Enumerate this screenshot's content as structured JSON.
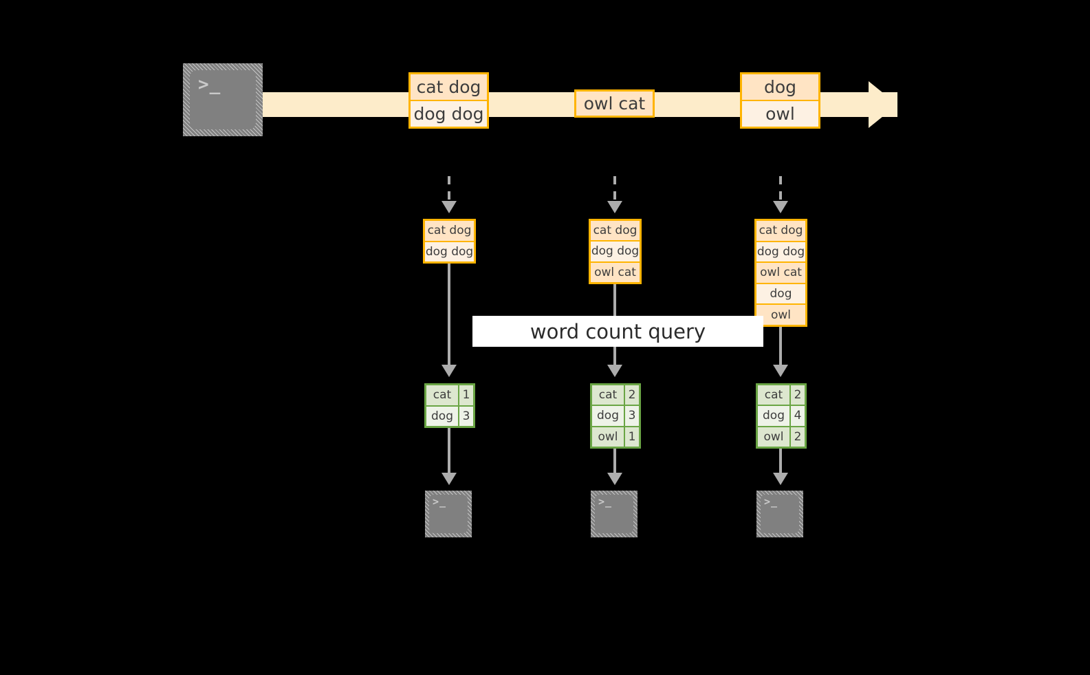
{
  "diagram": {
    "title": "word count query",
    "colors": {
      "background": "#000000",
      "stream_border": "#ffb400",
      "stream_fill_dark": "#ffe4c4",
      "stream_fill_light": "#fdf1e3",
      "band_fill": "#fdecca",
      "table_border": "#6aa544",
      "table_fill_dark": "#dde7cf",
      "table_fill_light": "#eef3e8",
      "connector": "#adadad",
      "terminal_fill": "#808080",
      "label_band": "#ffffff",
      "text": "#3d3d3d"
    }
  },
  "source": {
    "icon": "terminal-icon",
    "prompt": ">_"
  },
  "input_stream": {
    "batches": [
      {
        "name": "batch-1",
        "lines": [
          "cat dog",
          "dog dog"
        ]
      },
      {
        "name": "batch-2",
        "lines": [
          "owl cat"
        ]
      },
      {
        "name": "batch-3",
        "lines": [
          "dog",
          "owl"
        ]
      }
    ]
  },
  "unbounded_tables": [
    {
      "name": "unbounded-table-1",
      "rows": [
        "cat dog",
        "dog dog"
      ]
    },
    {
      "name": "unbounded-table-2",
      "rows": [
        "cat dog",
        "dog dog",
        "owl cat"
      ]
    },
    {
      "name": "unbounded-table-3",
      "rows": [
        "cat dog",
        "dog dog",
        "owl cat",
        "dog",
        "owl"
      ]
    }
  ],
  "results": [
    {
      "name": "result-table-1",
      "rows": [
        {
          "word": "cat",
          "count": "1"
        },
        {
          "word": "dog",
          "count": "3"
        }
      ]
    },
    {
      "name": "result-table-2",
      "rows": [
        {
          "word": "cat",
          "count": "2"
        },
        {
          "word": "dog",
          "count": "3"
        },
        {
          "word": "owl",
          "count": "1"
        }
      ]
    },
    {
      "name": "result-table-3",
      "rows": [
        {
          "word": "cat",
          "count": "2"
        },
        {
          "word": "dog",
          "count": "4"
        },
        {
          "word": "owl",
          "count": "2"
        }
      ]
    }
  ],
  "sinks": [
    {
      "name": "sink-1",
      "icon": "terminal-icon",
      "prompt": ">_"
    },
    {
      "name": "sink-2",
      "icon": "terminal-icon",
      "prompt": ">_"
    },
    {
      "name": "sink-3",
      "icon": "terminal-icon",
      "prompt": ">_"
    }
  ]
}
